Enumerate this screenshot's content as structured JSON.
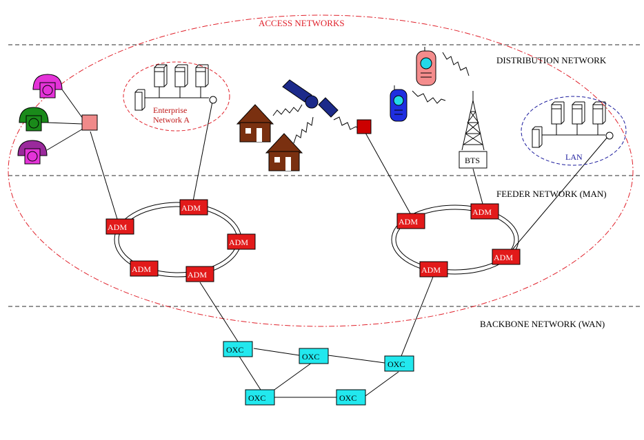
{
  "labels": {
    "access_networks": "ACCESS NETWORKS",
    "distribution_network": "DISTRIBUTION NETWORK",
    "feeder_network": "FEEDER NETWORK (MAN)",
    "backbone_network": "BACKBONE NETWORK (WAN)",
    "enterprise_line1": "Enterprise",
    "enterprise_line2": "Network A",
    "lan": "LAN",
    "bts": "BTS"
  },
  "node_labels": {
    "adm": "ADM",
    "oxc": "OXC"
  },
  "colors": {
    "access_ellipse": "#e0202a",
    "enterprise_ellipse": "#e0202a",
    "lan_ellipse": "#1a1a9c",
    "adm_fill": "#e21a1a",
    "oxc_fill": "#22e8ee",
    "house": "#7a3010",
    "satellite": "#1c2a8a",
    "phone_magenta": "#e433d8",
    "phone_green": "#1a8a1a",
    "phone_purple": "#9a2a9c",
    "hub_pink": "#f08a8a",
    "hub_red": "#cc0000",
    "mobile_pink": "#f48c8c",
    "mobile_blue": "#1f2ee0",
    "mobile_screen": "#22d8e8"
  },
  "icons": [
    "telephone-icon",
    "server-icon",
    "house-icon",
    "satellite-icon",
    "mobile-phone-icon",
    "antenna-tower-icon"
  ]
}
